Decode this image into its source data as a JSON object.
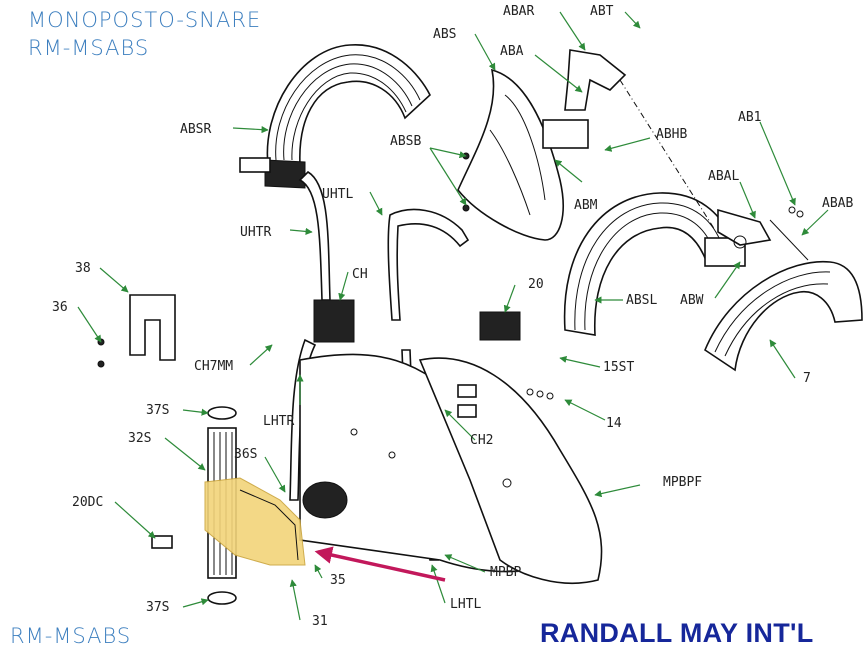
{
  "header": {
    "line1": "MONOPOSTO-SNARE",
    "line2": "RM-MSABS"
  },
  "footer": {
    "left": "RM-MSABS",
    "brand": "RANDALL MAY INT'L"
  },
  "colors": {
    "title": "#3d7fbf",
    "brand": "#16279a",
    "leader": "#2e8b3a",
    "arrow": "#c2185b",
    "highlight": "#f2d47a"
  },
  "callouts": {
    "ABAR": "ABAR",
    "ABT": "ABT",
    "ABS": "ABS",
    "ABA": "ABA",
    "ABSR": "ABSR",
    "ABSB": "ABSB",
    "ABHB": "ABHB",
    "AB1": "AB1",
    "ABAL": "ABAL",
    "ABAB": "ABAB",
    "UHTL": "UHTL",
    "UHTR": "UHTR",
    "ABM": "ABM",
    "CH": "CH",
    "n38": "38",
    "n36": "36",
    "n20": "20",
    "ABSL": "ABSL",
    "ABW": "ABW",
    "CH7MM": "CH7MM",
    "ST15": "15ST",
    "n7": "7",
    "S37top": "37S",
    "LHTR": "LHTR",
    "n14": "14",
    "S32": "32S",
    "S36": "36S",
    "CH2": "CH2",
    "MPBPF": "MPBPF",
    "DC20": "20DC",
    "n35": "35",
    "MPBP": "MPBP",
    "S37bot": "37S",
    "LHTL": "LHTL",
    "n31": "31"
  }
}
